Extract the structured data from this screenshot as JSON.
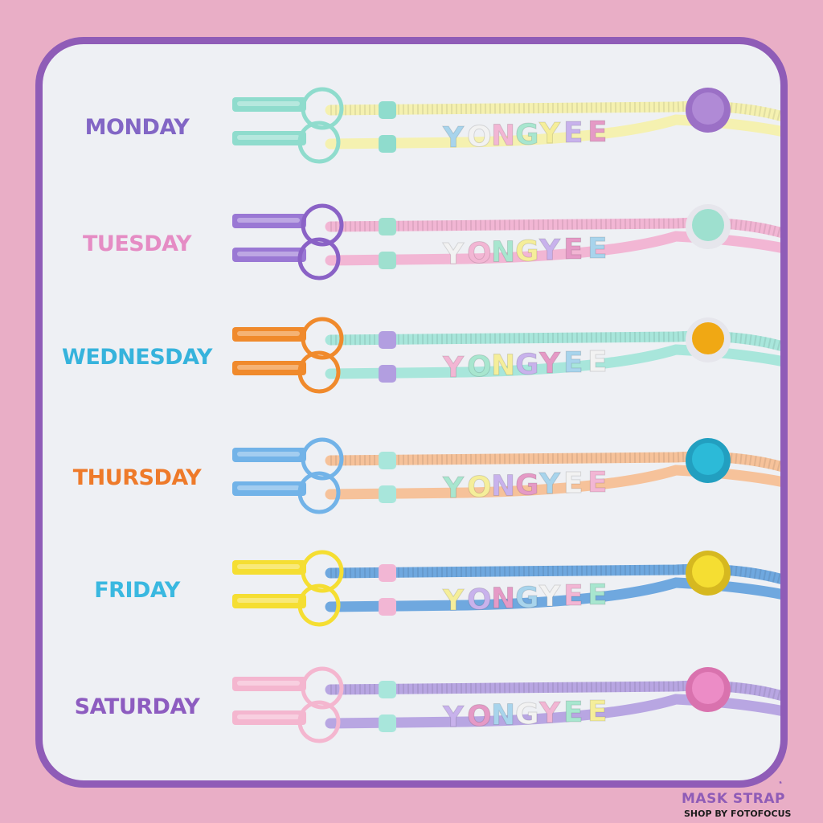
{
  "days": [
    {
      "label": "MONDAY",
      "label_color": "#8266c5",
      "clip": "#8fdccd",
      "ring": "#8fdccd",
      "cord": "#f5f1b0",
      "stopper": "#b08ad6",
      "stopper_rim": "#9b70c6",
      "beadstripe": "#8fdccd"
    },
    {
      "label": "TUESDAY",
      "label_color": "#e58cc4",
      "clip": "#9a78d4",
      "ring": "#8a62c6",
      "cord": "#f2b6d4",
      "stopper": "#9ee0cf",
      "stopper_rim": "#e6e6ec",
      "beadstripe": "#9ee0cf"
    },
    {
      "label": "WEDNESDAY",
      "label_color": "#36b3dc",
      "clip": "#f08a2c",
      "ring": "#f08a2c",
      "cord": "#a8e6db",
      "stopper": "#f0a814",
      "stopper_rim": "#e6e6ec",
      "beadstripe": "#b29ee0"
    },
    {
      "label": "THURSDAY",
      "label_color": "#ee7a2a",
      "clip": "#72b3e8",
      "ring": "#72b3e8",
      "cord": "#f6c29a",
      "stopper": "#2cbad8",
      "stopper_rim": "#229fc0",
      "beadstripe": "#a8e6db"
    },
    {
      "label": "FRIDAY",
      "label_color": "#3ab8e0",
      "clip": "#f5de32",
      "ring": "#f5de32",
      "cord": "#6fa8df",
      "stopper": "#f5de32",
      "stopper_rim": "#d6b820",
      "beadstripe": "#f2b6d4"
    },
    {
      "label": "SATURDAY",
      "label_color": "#8d5cc0",
      "clip": "#f4b6cf",
      "ring": "#f4b6cf",
      "cord": "#b8a6e2",
      "stopper": "#ec8cc6",
      "stopper_rim": "#d972ae",
      "beadstripe": "#a8e6db"
    }
  ],
  "bead_text": "YONGYEE",
  "bead_colors": [
    "#a8d4ec",
    "#f2f2f2",
    "#f2b6d4",
    "#a8e6cf",
    "#f5ee9a",
    "#c8b2ec",
    "#e59ac6"
  ],
  "brand": {
    "title": "MASK STRAP",
    "subtitle": "SHOP BY FOTOFOCUS"
  },
  "colors": {
    "background": "#e9aec6",
    "frame_border": "#8f5cb7",
    "panel": "#eef0f4"
  }
}
